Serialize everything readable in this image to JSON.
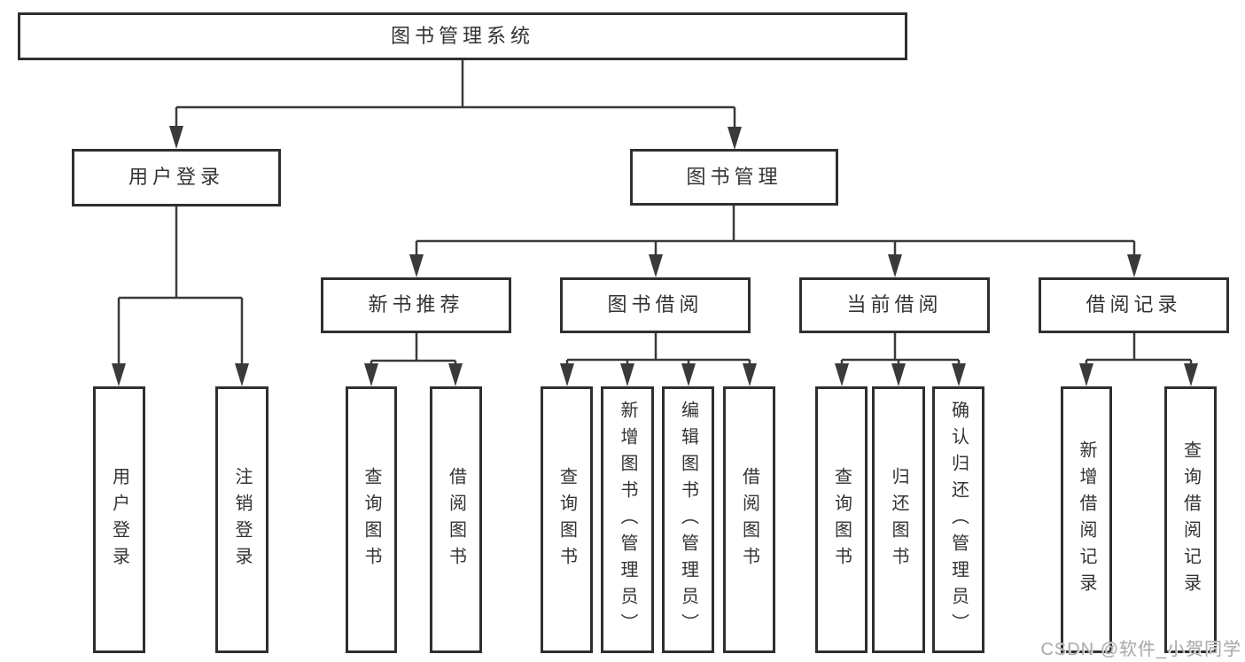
{
  "tree": {
    "root": {
      "label": "图书管理系统",
      "children": [
        {
          "label": "用户登录",
          "children": [
            {
              "label": "用户登录"
            },
            {
              "label": "注销登录"
            }
          ]
        },
        {
          "label": "图书管理",
          "children": [
            {
              "label": "新书推荐",
              "children": [
                {
                  "label": "查询图书"
                },
                {
                  "label": "借阅图书"
                }
              ]
            },
            {
              "label": "图书借阅",
              "children": [
                {
                  "label": "查询图书"
                },
                {
                  "label": "新增图书（管理员）"
                },
                {
                  "label": "编辑图书（管理员）"
                },
                {
                  "label": "借阅图书"
                }
              ]
            },
            {
              "label": "当前借阅",
              "children": [
                {
                  "label": "查询图书"
                },
                {
                  "label": "归还图书"
                },
                {
                  "label": "确认归还（管理员）"
                }
              ]
            },
            {
              "label": "借阅记录",
              "children": [
                {
                  "label": "新增借阅记录"
                },
                {
                  "label": "查询借阅记录"
                }
              ]
            }
          ]
        }
      ]
    }
  },
  "watermark": {
    "text": "CSDN @软件_小贺同学",
    "color": "#ababab"
  },
  "colors": {
    "background": "#ffffff",
    "box_border": "#2f2f2f",
    "connector_line": "#3a3a3a",
    "text": "#333333"
  }
}
